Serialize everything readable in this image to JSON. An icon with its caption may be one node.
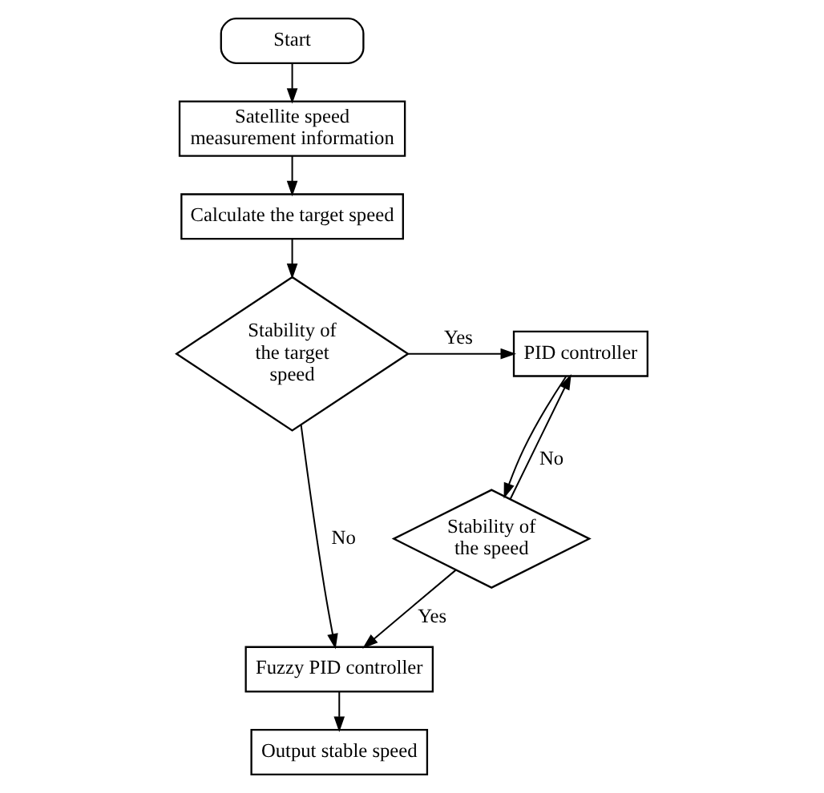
{
  "diagram": {
    "nodes": [
      {
        "text": [
          "Start"
        ]
      },
      {
        "text": [
          "Satellite speed measurement information"
        ]
      },
      {
        "text": [
          "Calculate the target speed"
        ]
      },
      {
        "text": [
          "Stability of the target speed"
        ]
      },
      {
        "text": [
          "PID controller"
        ]
      },
      {
        "text": [
          "Stability of the speed"
        ]
      },
      {
        "text": [
          "Fuzzy PID controller"
        ]
      },
      {
        "text": [
          "Output stable speed"
        ]
      }
    ],
    "edges": [
      {
        "from": 0,
        "to": 1,
        "arrow": "to"
      },
      {
        "from": 1,
        "to": 2,
        "arrow": "to"
      },
      {
        "from": 2,
        "to": 3,
        "arrow": "to"
      },
      {
        "from": 3,
        "to": 4,
        "arrow": "to",
        "label": "Yes"
      },
      {
        "from": 3,
        "to": 6,
        "arrow": "to",
        "label": "No"
      },
      {
        "from": 4,
        "to": 5,
        "arrow": "to"
      },
      {
        "from": 5,
        "to": 4,
        "arrow": "to",
        "label": "No"
      },
      {
        "from": 5,
        "to": 6,
        "arrow": "to",
        "label": "Yes"
      },
      {
        "from": 6,
        "to": 7,
        "arrow": "to"
      }
    ]
  }
}
